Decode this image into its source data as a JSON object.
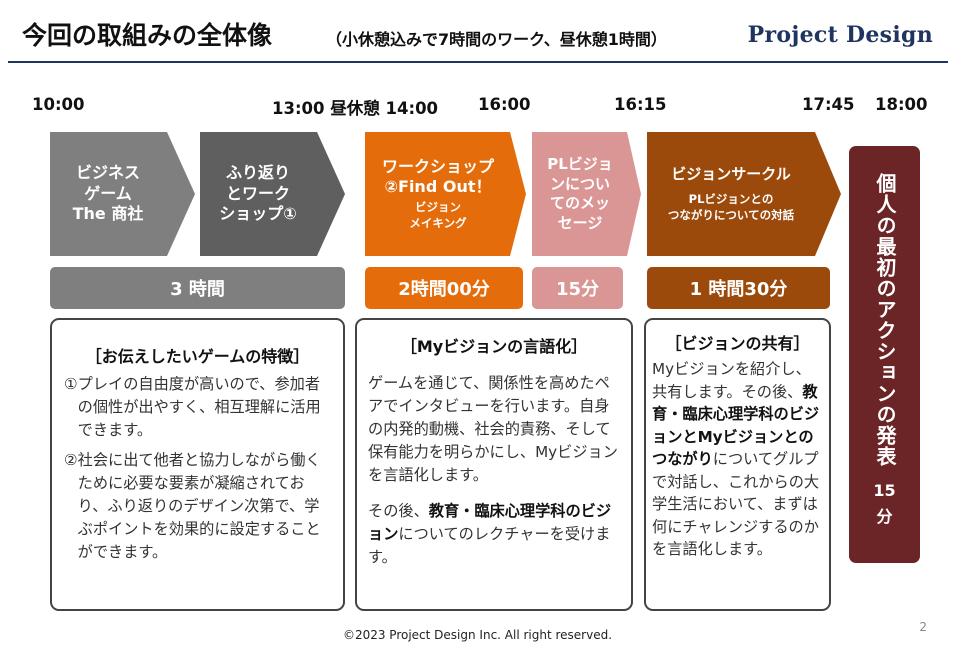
{
  "header": {
    "title": "今回の取組みの全体像",
    "subtitle": "（小休憩込みで7時間のワーク、昼休憩1時間）",
    "brand": "Project Design"
  },
  "timeline": {
    "t1000": "10:00",
    "t1300": "13:00 昼休憩 14:00",
    "t1600": "16:00",
    "t1615": "16:15",
    "t1745": "17:45",
    "t1800": "18:00"
  },
  "blocks": {
    "business_game": {
      "label": "ビジネス\nゲーム\nThe 商社"
    },
    "reflection": {
      "label": "ふり返り\nとワーク\nショップ①"
    },
    "workshop2": {
      "label": "ワークショップ\n②Find Out！",
      "sub": "ビジョン\nメイキング"
    },
    "pl_vision": {
      "label": "PLビジョ\nンについ\nてのメッ\nセージ"
    },
    "vision_circle": {
      "label": "ビジョンサークル",
      "sub": "PLビジョンとの\nつながりについての対話"
    }
  },
  "durations": {
    "d1": "3 時間",
    "d2": "2時間00分",
    "d3": "15分",
    "d4": "1 時間30分"
  },
  "card_game": {
    "heading": "［お伝えしたいゲームの特徴］",
    "item1_num": "①",
    "item1_text": "プレイの自由度が高いので、参加者の個性が出やすく、相互理解に活用できます。",
    "item2_num": "②",
    "item2_text": "社会に出て他者と協力しながら働くために必要な要素が凝縮されており、ふり返りのデザイン次第で、学ぶポイントを効果的に設定することができます。"
  },
  "card_my_vision": {
    "heading": "［Myビジョンの言語化］",
    "para1": "ゲームを通じて、関係性を高めたペアでインタビューを行います。自身の内発的動機、社会的責務、そして保有能力を明らかにし、Myビジョンを言語化します。",
    "para2_pre": "その後、",
    "para2_bold": "教育・臨床心理学科のビジョン",
    "para2_post": "についてのレクチャーを受けます。"
  },
  "card_share": {
    "heading": "［ビジョンの共有］",
    "pre": "Myビジョンを紹介し、共有します。その後、",
    "bold": "教育・臨床心理学科のビジョンとMyビジョンとのつながり",
    "post": "についてグルプで対話し、これからの大学生活において、まずは何にチャレンジするのかを言語化します。"
  },
  "final_action": {
    "label": "個人の最初のアクションの発表",
    "minutes": "15\n分"
  },
  "footer": {
    "copyright": "©2023 Project Design Inc.  All right reserved.",
    "page_number": "2"
  },
  "colors": {
    "game_gray": "#7f7f7f",
    "reflection_gray": "#5f5f5f",
    "orange": "#e46c0a",
    "pink": "#d99694",
    "brown": "#9c4a0c",
    "maroon": "#6b2527",
    "navy": "#1f3461"
  }
}
